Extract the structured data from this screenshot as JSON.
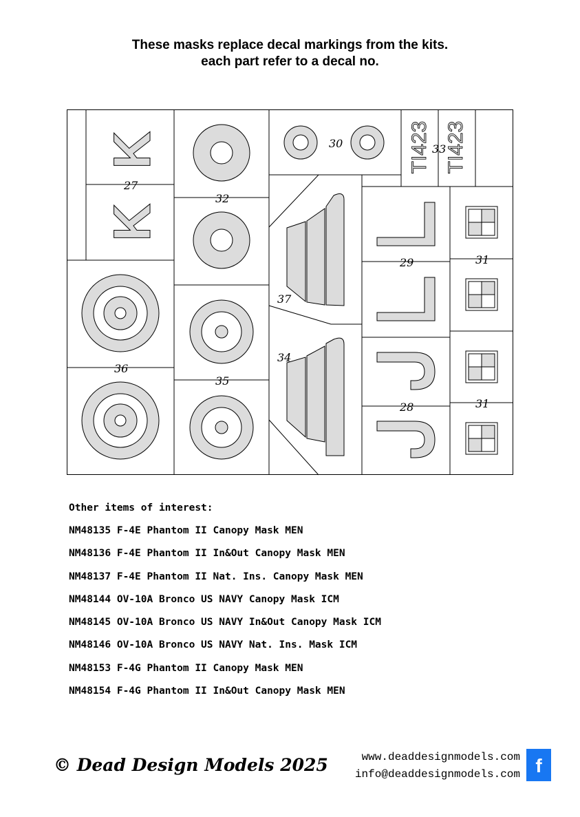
{
  "header": {
    "line1": "These masks replace decal markings from the kits.",
    "line2": "each part refer to a decal no."
  },
  "sheet": {
    "fill_color": "#dcdcdc",
    "line_color": "#000000",
    "part_numbers": {
      "p27": "27",
      "p32": "32",
      "p30": "30",
      "p33": "33",
      "p29": "29",
      "p31a": "31",
      "p36": "36",
      "p37": "37",
      "p35": "35",
      "p34": "34",
      "p28": "28",
      "p31b": "31"
    },
    "letters": {
      "k_top": "K",
      "k_bottom": "K",
      "l_top": "L",
      "l_bottom": "L",
      "j_top": "J",
      "j_bottom": "J"
    },
    "serial": {
      "left": "TI423",
      "right": "TI423"
    }
  },
  "other_items": {
    "title": "Other items of interest:",
    "items": [
      "NM48135 F-4E Phantom II Canopy Mask MEN",
      "NM48136 F-4E Phantom II In&Out Canopy Mask MEN",
      "NM48137 F-4E Phantom II Nat. Ins. Canopy Mask MEN",
      "NM48144 OV-10A Bronco US NAVY Canopy Mask ICM",
      "NM48145 OV-10A Bronco US NAVY In&Out Canopy Mask ICM",
      "NM48146 OV-10A Bronco US NAVY Nat. Ins. Mask ICM",
      "NM48153 F-4G Phantom II Canopy Mask MEN",
      "NM48154 F-4G Phantom II In&Out Canopy Mask MEN"
    ]
  },
  "footer": {
    "copyright": "© Dead Design Models 2025",
    "website": "www.deaddesignmodels.com",
    "email": "info@deaddesignmodels.com",
    "social_icon": "facebook-icon",
    "social_letter": "f",
    "social_color": "#1877f2"
  }
}
